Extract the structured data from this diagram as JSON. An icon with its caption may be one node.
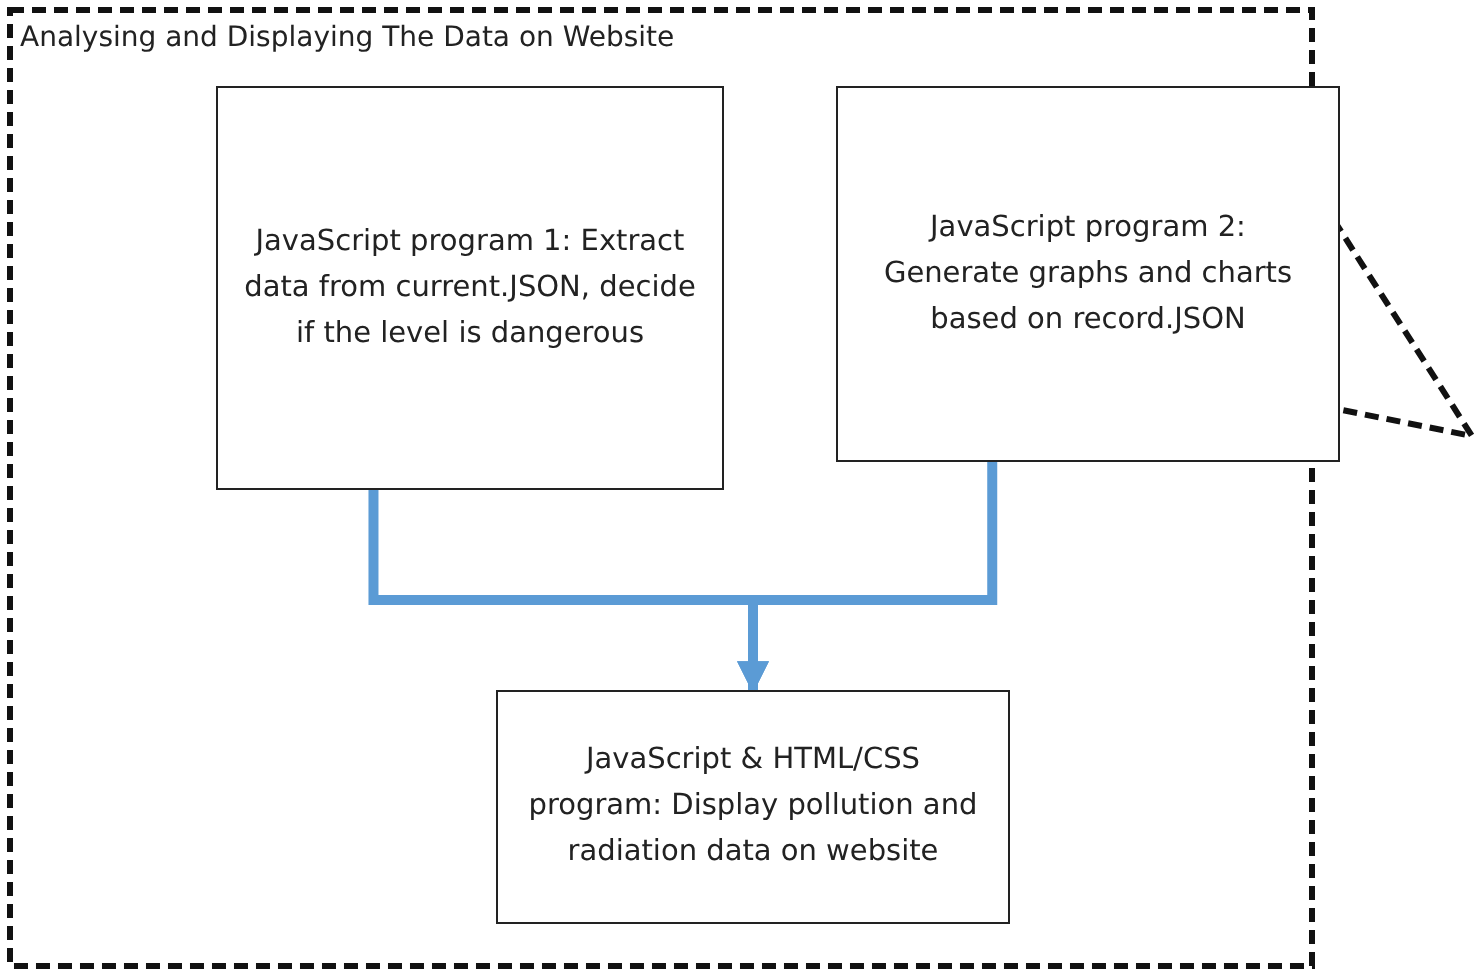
{
  "diagram": {
    "nodes": [
      {
        "text": [
          "Analysing and Displaying The Data on Website"
        ]
      },
      {
        "text": [
          "JavaScript program 1: Extract data from current.JSON, decide if the level is dangerous"
        ],
        "in": 0
      },
      {
        "text": [
          "JavaScript program 2: Generate graphs and charts based on record.JSON"
        ],
        "in": 0
      },
      {
        "text": [
          "JavaScript & HTML/CSS program: Display pollution and radiation data on website"
        ],
        "in": 0
      }
    ],
    "edges": [
      {
        "from": 1,
        "to": 3,
        "arrow": "to"
      },
      {
        "from": 2,
        "to": 3,
        "arrow": "to"
      }
    ]
  }
}
